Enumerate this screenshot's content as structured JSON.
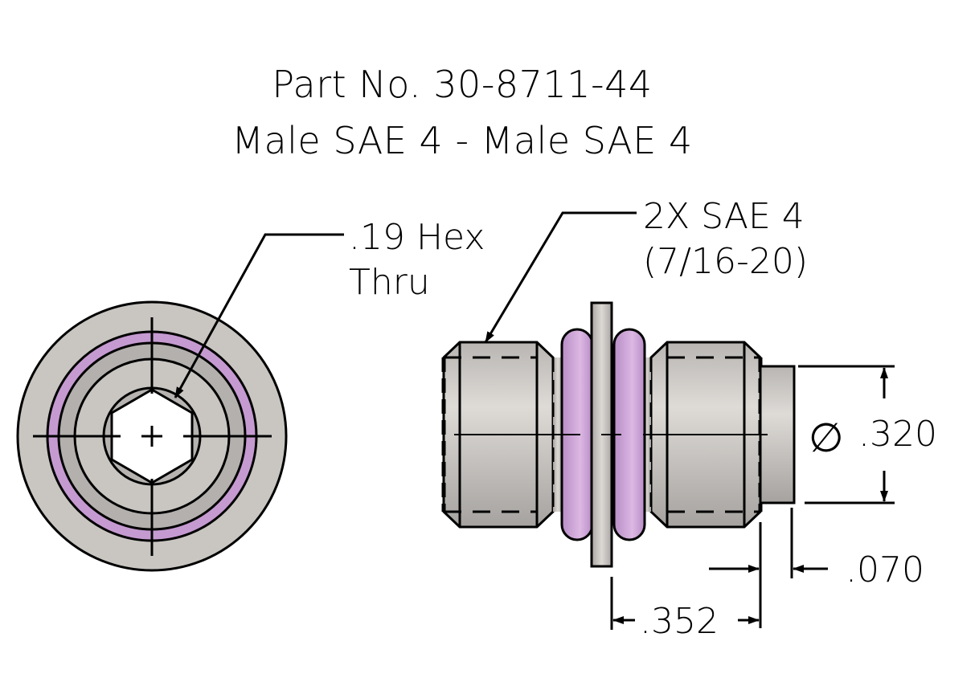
{
  "header": {
    "part_number_line": "Part No. 30-8711-44",
    "description_line": "Male SAE 4 - Male SAE 4"
  },
  "end_view": {
    "callout_line1": ".19 Hex",
    "callout_line2": "Thru"
  },
  "side_view": {
    "thread_callout_line1": "2X SAE 4",
    "thread_callout_line2": "(7/16-20)",
    "diameter_symbol": "∅",
    "diameter_value": ".320",
    "dim_spigot_length": ".070",
    "dim_thread_length": ".352"
  },
  "colors": {
    "steel_gray": "#c9c6c2",
    "steel_light": "#dcd9d5",
    "steel_dark": "#a9a6a3",
    "oring_purple": "#c59ad1",
    "oring_purple_light": "#dcb8e3",
    "line": "#000000",
    "background": "#ffffff"
  }
}
